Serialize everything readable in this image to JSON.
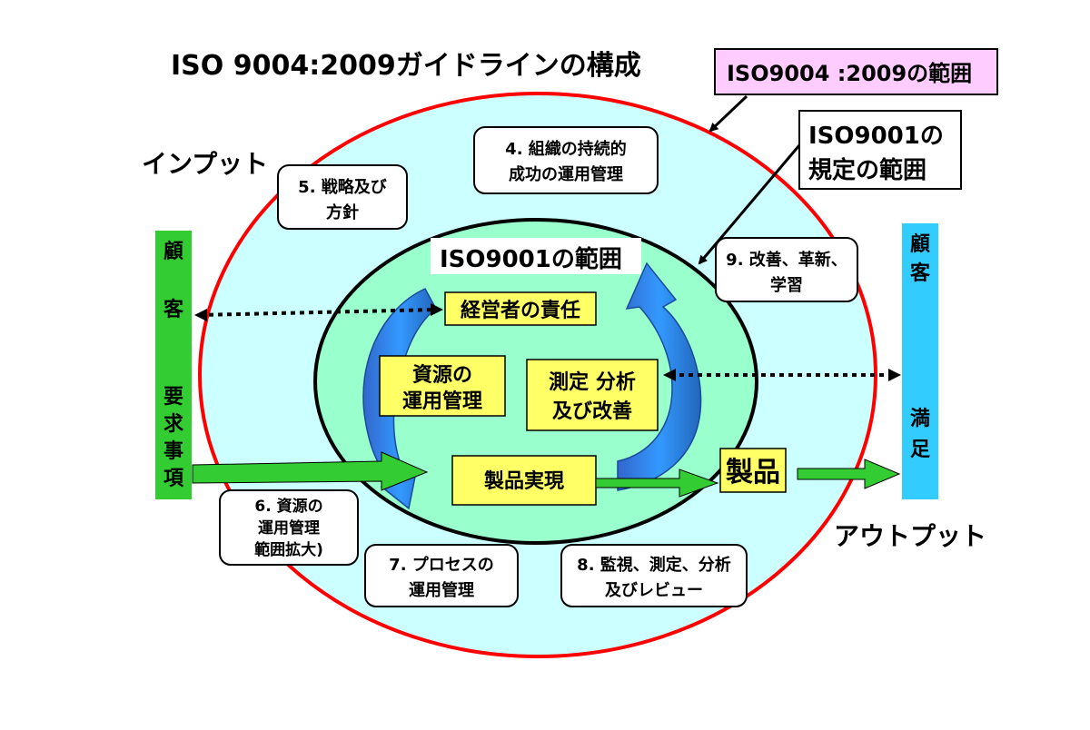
{
  "title": "ISO 9004:2009ガイドラインの構成",
  "callouts": {
    "iso9004_scope": "ISO9004 :2009の範囲",
    "iso9001_req_line1": "ISO9001の",
    "iso9001_req_line2": "規定の範囲"
  },
  "labels": {
    "input": "インプット",
    "output": "アウトプット",
    "iso9001_scope": "ISO9001の範囲",
    "product": "製品"
  },
  "left_bar": {
    "top": [
      "顧",
      "客"
    ],
    "bottom": [
      "要",
      "求",
      "事",
      "項"
    ]
  },
  "right_bar": {
    "top": [
      "顧",
      "客"
    ],
    "bottom": [
      "満",
      "足"
    ]
  },
  "outer_boxes": [
    {
      "id": "box4",
      "lines": [
        "4. 組織の持続的",
        "成功の運用管理"
      ]
    },
    {
      "id": "box5",
      "lines": [
        "5. 戦略及び",
        "方針"
      ]
    },
    {
      "id": "box6",
      "lines": [
        "6. 資源の",
        "運用管理",
        "範囲拡大)"
      ]
    },
    {
      "id": "box7",
      "lines": [
        "7. プロセスの",
        "運用管理"
      ]
    },
    {
      "id": "box8",
      "lines": [
        "8. 監視、測定、分析",
        "及びレビュー"
      ]
    },
    {
      "id": "box9",
      "lines": [
        "9. 改善、革新、",
        "学習"
      ]
    }
  ],
  "inner_boxes": [
    {
      "id": "mgmt",
      "lines": [
        "経営者の責任"
      ]
    },
    {
      "id": "resource",
      "lines": [
        "資源の",
        "運用管理"
      ]
    },
    {
      "id": "measure",
      "lines": [
        "測定 分析",
        "及び改善"
      ]
    },
    {
      "id": "realize",
      "lines": [
        "製品実現"
      ]
    }
  ],
  "colors": {
    "outer_ellipse_fill": "#ccffff",
    "outer_ellipse_stroke": "#ff0000",
    "inner_ellipse_fill": "#99ffcc",
    "inner_box_fill": "#ffff66",
    "left_bar": "#33cc33",
    "right_bar": "#33ccff",
    "callout_pink": "#ffccff",
    "arrow_green": "#33cc33",
    "cycle_blue": "#3399ff"
  }
}
